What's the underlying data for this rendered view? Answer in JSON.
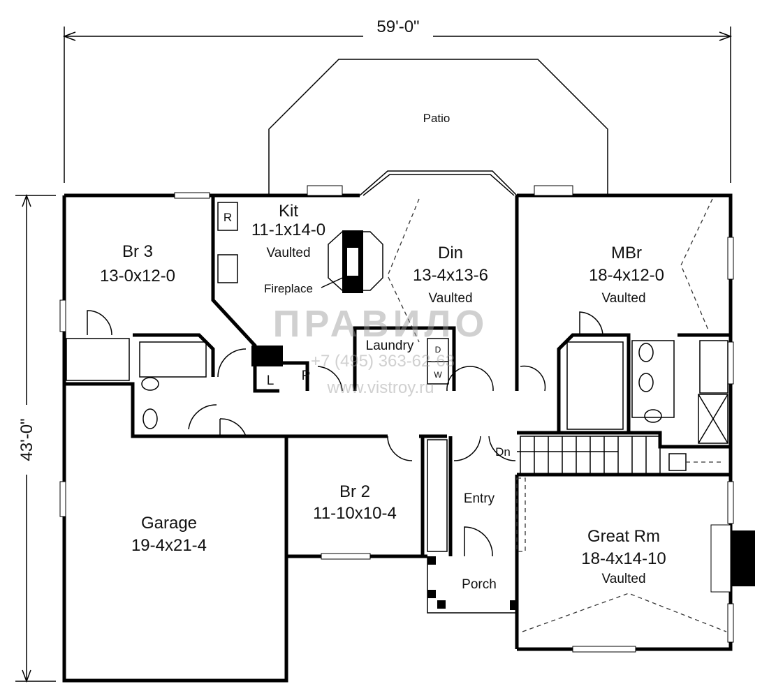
{
  "dimensions": {
    "width_label": "59'-0\"",
    "depth_label": "43'-0\""
  },
  "rooms": {
    "patio": {
      "name": "Patio"
    },
    "kit": {
      "name": "Kit",
      "size": "11-1x14-0",
      "note": "Vaulted"
    },
    "fireplace": {
      "name": "Fireplace"
    },
    "br3": {
      "name": "Br 3",
      "size": "13-0x12-0"
    },
    "din": {
      "name": "Din",
      "size": "13-4x13-6",
      "note": "Vaulted"
    },
    "mbr": {
      "name": "MBr",
      "size": "18-4x12-0",
      "note": "Vaulted"
    },
    "laundry": {
      "name": "Laundry",
      "dryer": "D",
      "washer": "W"
    },
    "linen": {
      "name": "L"
    },
    "pantry": {
      "name": "P"
    },
    "fridge": {
      "name": "R"
    },
    "garage": {
      "name": "Garage",
      "size": "19-4x21-4"
    },
    "br2": {
      "name": "Br 2",
      "size": "11-10x10-4"
    },
    "entry": {
      "name": "Entry"
    },
    "stairs": {
      "name": "Dn"
    },
    "great_rm": {
      "name": "Great Rm",
      "size": "18-4x14-10",
      "note": "Vaulted"
    },
    "porch": {
      "name": "Porch"
    }
  },
  "watermark": {
    "logo": "ПРАВИЛО",
    "phone": "+7 (495) 363-62-63",
    "url": "www.vistroy.ru"
  }
}
